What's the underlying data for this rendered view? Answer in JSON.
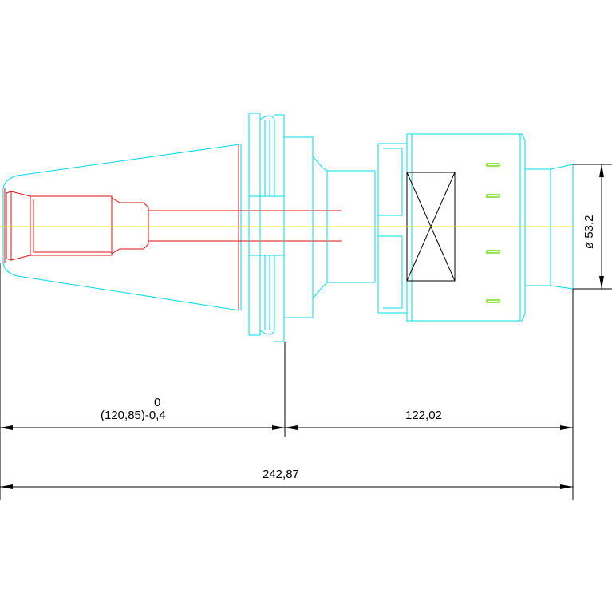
{
  "dimensions": {
    "tolerance_upper": "0",
    "left_length": "(120,85)-0,4",
    "right_length": "122,02",
    "total_length": "242,87",
    "diameter": "ø 53,2"
  },
  "colors": {
    "background": "#ffffff",
    "tool_outline": "#00d8e8",
    "collet_outline": "#e01010",
    "centerline": "#e8e800",
    "marks": "#66dd00",
    "dimension_lines": "#000000"
  }
}
